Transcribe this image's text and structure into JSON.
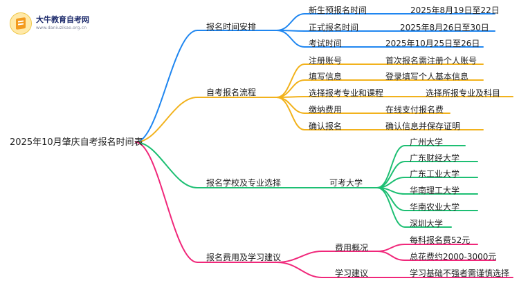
{
  "logo": {
    "name": "大牛教育自考网",
    "url": "www.daniuzikao.org.cn"
  },
  "root": "2025年10月肇庆自考报名时间表",
  "branches": [
    {
      "label": "报名时间安排",
      "color": "#1f86f0",
      "children": [
        {
          "label": "新生预报名时间",
          "value": "2025年8月19日至22日"
        },
        {
          "label": "正式报名时间",
          "value": "2025年8月26日至30日"
        },
        {
          "label": "考试时间",
          "value": "2025年10月25日至26日"
        }
      ]
    },
    {
      "label": "自考报名流程",
      "color": "#f2b21c",
      "children": [
        {
          "label": "注册账号",
          "value": "首次报名需注册个人账号"
        },
        {
          "label": "填写信息",
          "value": "登录填写个人基本信息"
        },
        {
          "label": "选择报考专业和课程",
          "value": "选择所报专业及科目"
        },
        {
          "label": "缴纳费用",
          "value": "在线支付报名费"
        },
        {
          "label": "确认报名",
          "value": "确认信息并保存证明"
        }
      ]
    },
    {
      "label": "报名学校及专业选择",
      "color": "#1dbf73",
      "sub": "可考大学",
      "children": [
        "广州大学",
        "广东财经大学",
        "广东工业大学",
        "华南理工大学",
        "华南农业大学",
        "深圳大学"
      ]
    },
    {
      "label": "报名费用及学习建议",
      "color": "#f0277a",
      "groups": [
        {
          "label": "费用概况",
          "children": [
            "每科报名费52元",
            "总花费约2000-3000元"
          ]
        },
        {
          "label": "学习建议",
          "children": [
            "学习基础不强者需谨慎选择"
          ]
        }
      ]
    }
  ]
}
